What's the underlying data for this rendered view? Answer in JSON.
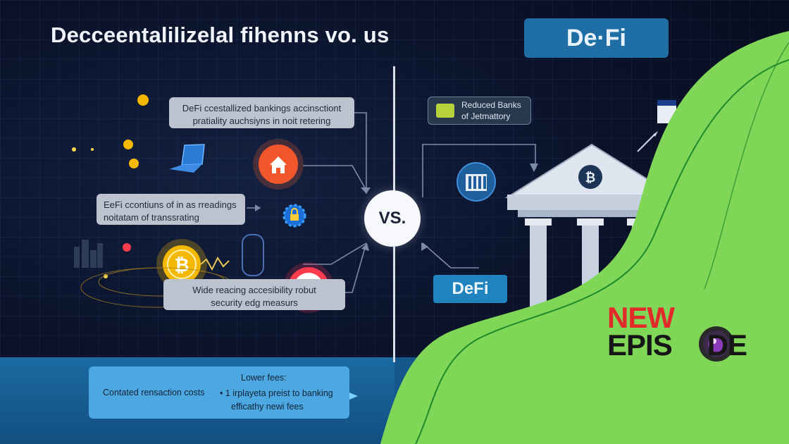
{
  "title": "Decceentalilizelal fihenns vo. us",
  "defi_badge_top": "De·Fi",
  "captions": {
    "c1": [
      "DeFi ccestallized bankings accinsctiont",
      "pratiality auchsiyns in noit retering"
    ],
    "c2": [
      "EeFi ccontiuns of in as rreadings",
      "noitatam of transsrating"
    ],
    "c3": [
      "Wide reacing accesibility robut",
      "security edg measurs"
    ],
    "right": [
      "Reduced Banks",
      "of Jetmattory"
    ]
  },
  "vs_label": "VS.",
  "defi_badge_mid": "DeFi",
  "bottom_box": {
    "left": "Contated rensaction costs",
    "heading": "Lower fees:",
    "line1": "• 1 irplayeta preist to banking",
    "line2": "efficathy newi fees"
  },
  "episode": {
    "new": "NEW",
    "episode_pre": "EPIS",
    "episode_post": "DE"
  },
  "colors": {
    "accent_green": "#7fd657",
    "badge_blue": "#1f6fa6",
    "new_red": "#e12b2b"
  }
}
